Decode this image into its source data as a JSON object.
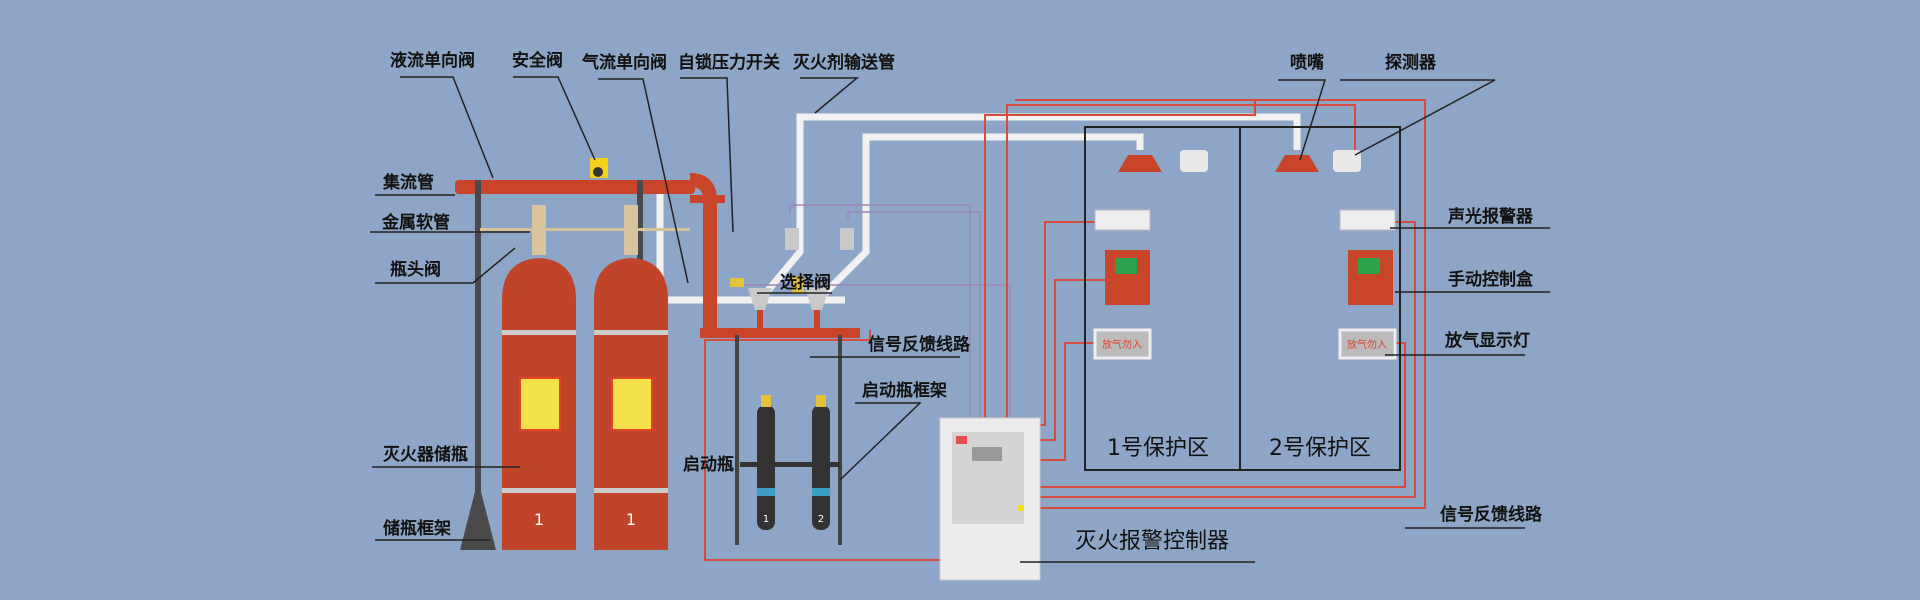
{
  "labels": {
    "liquid_check_valve": "液流单向阀",
    "safety_valve": "安全阀",
    "gas_check_valve": "气流单向阀",
    "pressure_switch": "自锁压力开关",
    "delivery_pipe": "灭火剂输送管",
    "manifold": "集流管",
    "metal_hose": "金属软管",
    "cylinder_valve": "瓶头阀",
    "selector_valve": "选择阀",
    "signal_feedback_left": "信号反馈线路",
    "starter_frame": "启动瓶框架",
    "storage_cylinder": "灭火器储瓶",
    "starter_bottle": "启动瓶",
    "cylinder_frame": "储瓶框架",
    "nozzle": "喷嘴",
    "detector": "探测器",
    "alarm": "声光报警器",
    "manual_box": "手动控制盒",
    "release_light": "放气显示灯",
    "signal_feedback_right": "信号反馈线路",
    "controller": "灭火报警控制器"
  },
  "zones": [
    "1号保护区",
    "2号保护区"
  ],
  "release_light_text": "放气勿入",
  "cylinder_numbers": [
    "1",
    "1"
  ],
  "starter_numbers": [
    "1",
    "2"
  ],
  "colors": {
    "background": "#8da6c7",
    "pipe_red": "#c8452a",
    "wire_red": "#d94a3e",
    "label_yellow": "#f5e24a"
  }
}
